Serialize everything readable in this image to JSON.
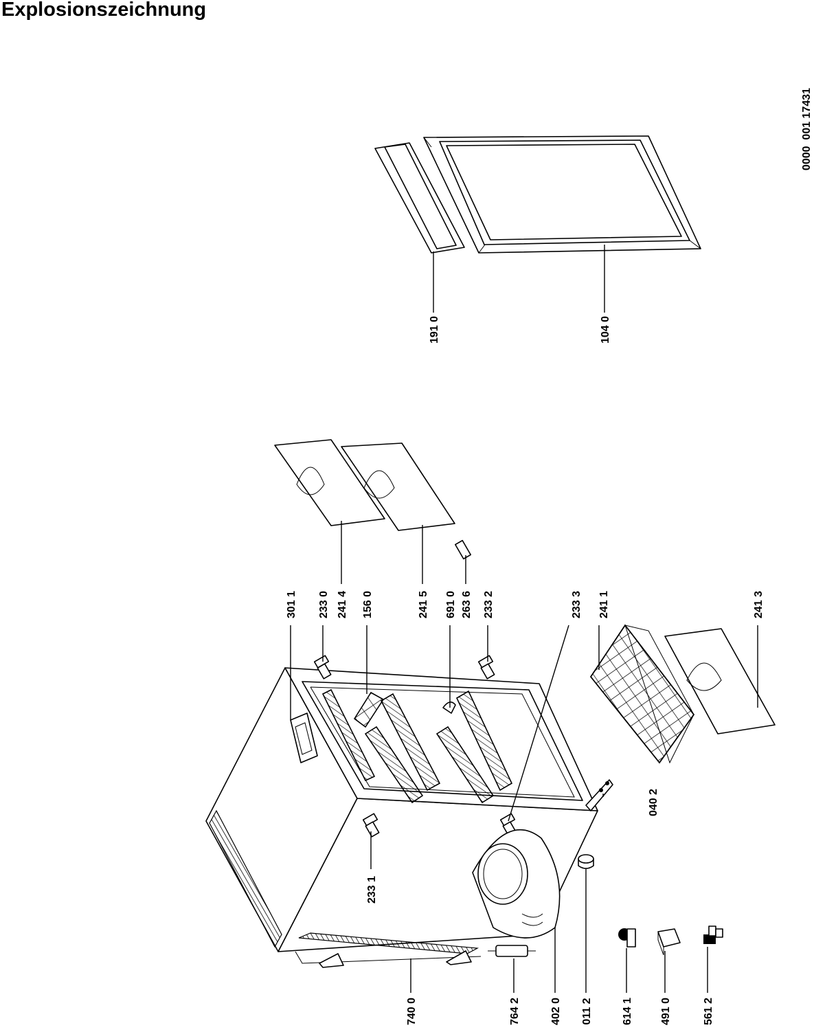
{
  "header": {
    "title": "Explosionszeichnung",
    "doc_number": "0000  001 17431"
  },
  "labels": {
    "p1910": "191 0",
    "p1040": "104 0",
    "p3011": "301 1",
    "p2330": "233 0",
    "p2414": "241 4",
    "p1560": "156 0",
    "p2415": "241 5",
    "p6910": "691 0",
    "p2636": "263 6",
    "p2332": "233 2",
    "p2333": "233 3",
    "p2411": "241 1",
    "p2413": "241 3",
    "p0402": "040 2",
    "p2331": "233 1",
    "p7400": "740 0",
    "p7642": "764 2",
    "p4020": "402 0",
    "p0112": "011 2",
    "p6141": "614 1",
    "p4910": "491 0",
    "p5612": "561 2"
  }
}
